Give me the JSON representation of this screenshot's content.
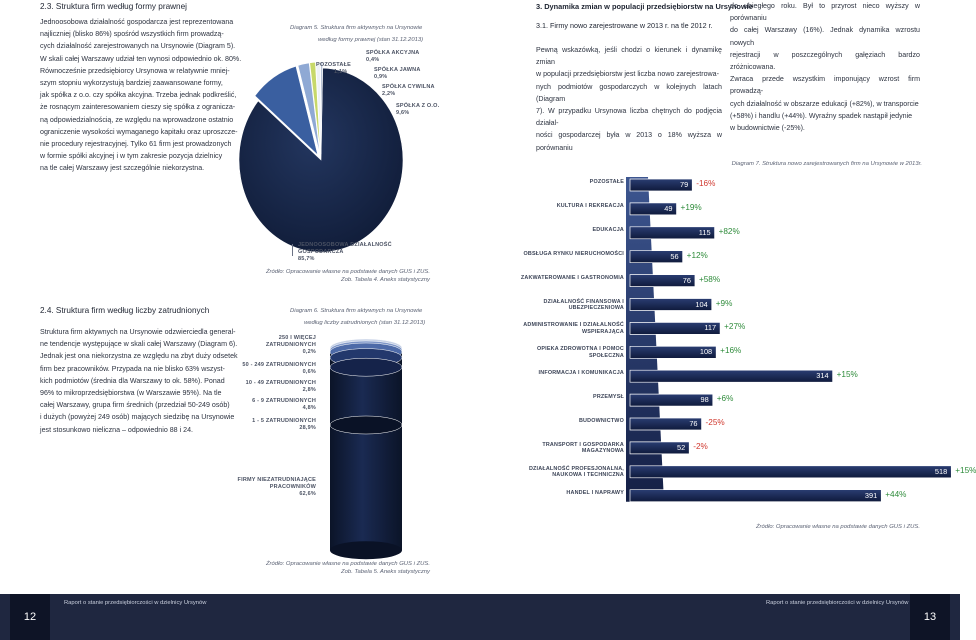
{
  "left_page": {
    "section1_title": "2.3. Struktura firm według formy prawnej",
    "section1_lines": [
      "Jednoosobowa działalność gospodarcza jest reprezentowana",
      "najliczniej (blisko 86%) spośród wszystkich firm prowadzą-",
      "cych działalność zarejestrowanych na Ursynowie (Diagram 5).",
      "W skali całej Warszawy udział ten wynosi odpowiednio ok. 80%.",
      "Równocześnie przedsiębiorcy Ursynowa w relatywnie mniej-",
      "szym stopniu wykorzystują bardziej zaawansowane formy,",
      "jak spółka z o.o. czy spółka akcyjna. Trzeba jednak podkreślić,",
      "że rosnącym zainteresowaniem cieszy się spółka z ogranicza-",
      "ną odpowiedzialnością, ze względu na wprowadzone ostatnio",
      "ograniczenie wysokości wymaganego kapitału oraz uproszcze-",
      "nie procedury rejestracyjnej. Tylko 61 firm jest prowadzonych",
      "w formie spółki akcyjnej i w tym zakresie pozycja dzielnicy",
      "na tle całej Warszawy jest szczególnie niekorzystna."
    ],
    "section2_title": "2.4. Struktura firm według liczby zatrudnionych",
    "section2_lines": [
      "Struktura firm aktywnych na Ursynowie odzwierciedla general-",
      "ne tendencje występujące w skali całej Warszawy (Diagram 6).",
      "Jednak jest ona niekorzystna ze względu na zbyt duży odsetek",
      "firm bez pracowników. Przypada na nie blisko 63% wszyst-",
      "kich podmiotów (średnia dla Warszawy to ok. 58%). Ponad",
      "96% to mikroprzedsiębiorstwa (w Warszawie 95%). Na tle",
      "całej Warszawy, grupa firm średnich (przedział 50-249 osób)",
      "i dużych (powyżej 249 osób) mających siedzibę na Ursynowie",
      "jest stosunkowo nieliczna – odpowiednio 88 i 24."
    ],
    "diagram5": {
      "caption_line1": "Diagram 5. Struktura firm aktywnych na Ursynowie",
      "caption_line2": "według formy prawnej (stan 31.12.2013)",
      "labels": [
        {
          "name": "SPÓŁKA AKCYJNA",
          "value": "0,4%"
        },
        {
          "name": "SPÓŁKA JAWNA",
          "value": "0,9%"
        },
        {
          "name": "POZOSTAŁE",
          "value": "1,1%"
        },
        {
          "name": "SPÓŁKA CYWILNA",
          "value": "2,2%"
        },
        {
          "name": "SPÓŁKA Z O.O.",
          "value": "9,6%"
        },
        {
          "name": "JEDNOOSOBOWA DZIAŁALNOŚĆ GOSPODARCZA",
          "value": "85,7%"
        }
      ],
      "source_line1": "Źródło: Opracowanie własne na podstawie danych GUS i ZUS.",
      "source_line2": "Zob. Tabela 4. Aneks statystyczny"
    },
    "diagram6": {
      "caption_line1": "Diagram 6. Struktura firm aktywnych na Ursynowie",
      "caption_line2": "według liczby zatrudnionych (stan 31.12.2013)",
      "labels": [
        {
          "name": "250 I WIĘCEJ ZATRUDNIONYCH",
          "value": "0,2%"
        },
        {
          "name": "50 - 249 ZATRUDNIONYCH",
          "value": "0,6%"
        },
        {
          "name": "10 - 49 ZATRUDNIONYCH",
          "value": "2,8%"
        },
        {
          "name": "6 - 9 ZATRUDNIONYCH",
          "value": "4,8%"
        },
        {
          "name": "1 - 5 ZATRUDNIONYCH",
          "value": "28,9%"
        },
        {
          "name": "FIRMY NIEZATRUDNIAJĄCE PRACOWNIKÓW",
          "value": "62,6%"
        }
      ],
      "source_line1": "Źródło: Opracowanie własne na podstawie danych GUS i ZUS.",
      "source_line2": "Zob. Tabela 5. Aneks statystyczny"
    }
  },
  "right_page": {
    "section_title": "3. Dynamika zmian w populacji przedsiębiorstw na Ursynowie",
    "subsection_title": "3.1. Firmy nowo zarejestrowane w 2013 r. na tle 2012 r.",
    "col1_lines": [
      "Pewną wskazówką, jeśli chodzi o kierunek i dynamikę zmian",
      "w populacji przedsiębiorstw jest liczba nowo zarejestrowa-",
      "nych podmiotów gospodarczych w kolejnych latach (Diagram",
      "7). W przypadku Ursynowa liczba chętnych do podjęcia działal-",
      "ności gospodarczej była w 2013 o 18% wyższa w porównaniu"
    ],
    "col2_lines": [
      "do ubiegłego roku. Był to przyrost nieco wyższy w porównaniu",
      "do całej Warszawy (16%). Jednak dynamika wzrostu nowych",
      "rejestracji w poszczególnych gałęziach bardzo zróżnicowana.",
      "Zwraca przede wszystkim imponujący wzrost firm prowadzą-",
      "cych działalność w obszarze edukacji (+82%), w transporcie",
      "(+58%) i handlu (+44%). Wyraźny spadek nastąpił jedynie",
      "w budownictwie (-25%)."
    ],
    "diagram7_caption": "Diagram 7. Struktura nowo zarejestrowanych firm na Ursynowie w 2013r.",
    "diagram7_source": "Źródło: Opracowanie własne na podstawie danych GUS i ZUS.",
    "colors": {
      "bar_dark": "#1c2a56",
      "bar_mid": "#3c5a94",
      "positive": "#2e8b3a",
      "negative": "#d0382e"
    }
  },
  "chart_data": [
    {
      "type": "pie",
      "title": "Diagram 5. Struktura firm aktywnych na Ursynowie według formy prawnej (stan 31.12.2013)",
      "categories": [
        "Jednoosobowa działalność gospodarcza",
        "Spółka z o.o.",
        "Spółka cywilna",
        "Pozostałe",
        "Spółka jawna",
        "Spółka akcyjna"
      ],
      "values": [
        85.7,
        9.6,
        2.2,
        1.1,
        0.9,
        0.4
      ]
    },
    {
      "type": "bar",
      "title": "Diagram 6. Struktura firm aktywnych na Ursynowie według liczby zatrudnionych (stan 31.12.2013)",
      "categories": [
        "Firmy niezatrudniające pracowników",
        "1 - 5 zatrudnionych",
        "6 - 9 zatrudnionych",
        "10 - 49 zatrudnionych",
        "50 - 249 zatrudnionych",
        "250 i więcej zatrudnionych"
      ],
      "values": [
        62.6,
        28.9,
        4.8,
        2.8,
        0.6,
        0.2
      ]
    },
    {
      "type": "bar",
      "title": "Diagram 7. Struktura nowo zarejestrowanych firm na Ursynowie w 2013r.",
      "categories": [
        "Pozostałe",
        "Kultura i rekreacja",
        "Edukacja",
        "Obsługa rynku nieruchomości",
        "Zakwaterowanie i gastronomia",
        "Działalność finansowa i ubezpieczeniowa",
        "Administrowanie i działalność wspierająca",
        "Opieka zdrowotna i pomoc społeczna",
        "Informacja i komunikacja",
        "Przemysł",
        "Budownictwo",
        "Transport i gospodarka magazynowa",
        "Działalność profesjonalna, naukowa i techniczna",
        "Handel i naprawy"
      ],
      "values": [
        79,
        49,
        115,
        56,
        76,
        104,
        117,
        108,
        314,
        98,
        76,
        52,
        518,
        391
      ],
      "changes": [
        "-16%",
        "+19%",
        "+82%",
        "+12%",
        "+58%",
        "+9%",
        "+27%",
        "+16%",
        "+15%",
        "+6%",
        "-25%",
        "-2%",
        "+15%",
        "+44%"
      ]
    }
  ]
}
